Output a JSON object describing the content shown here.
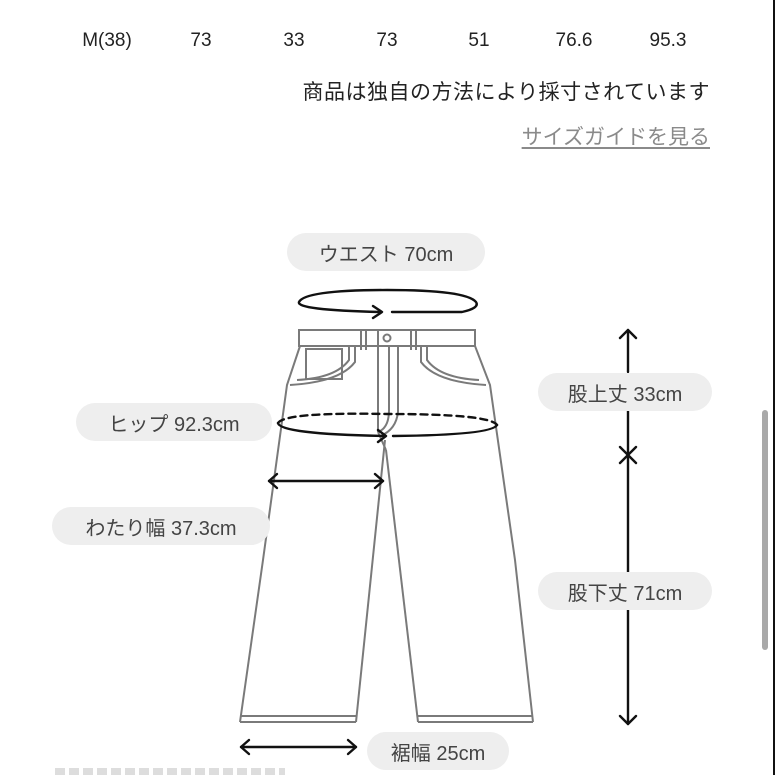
{
  "size_table": {
    "row": [
      "M(38)",
      "73",
      "33",
      "73",
      "51",
      "76.6",
      "95.3"
    ]
  },
  "note": "商品は独自の方法により採寸されています",
  "size_guide_link": "サイズガイドを見る",
  "measurements": {
    "waist": "ウエスト 70cm",
    "hip": "ヒップ 92.3cm",
    "thigh": "わたり幅 37.3cm",
    "rise": "股上丈 33cm",
    "inseam": "股下丈 71cm",
    "hem": "裾幅 25cm"
  },
  "colors": {
    "pill_bg": "#eeeeee",
    "outline": "#777777",
    "arrow": "#111111",
    "link": "#8a8a8a",
    "scrollbar": "#a9a9a9"
  }
}
